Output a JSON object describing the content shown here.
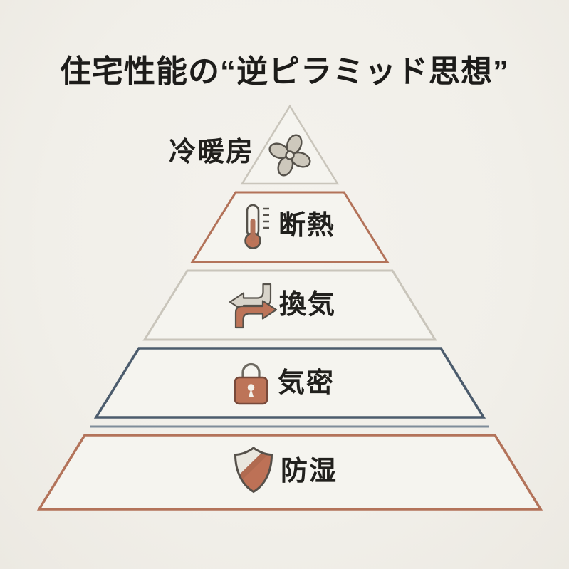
{
  "title": "住宅性能の“逆ピラミッド思想”",
  "pyramid": {
    "tiers": [
      {
        "label": "冷暖房",
        "icon": "fan-icon",
        "outline_color": "#c9c5bb"
      },
      {
        "label": "断熱",
        "icon": "thermometer-icon",
        "outline_color": "#b3735a"
      },
      {
        "label": "換気",
        "icon": "ventilation-arrows-icon",
        "outline_color": "#c9c5bb"
      },
      {
        "label": "気密",
        "icon": "lock-icon",
        "outline_color": "#4c5c6d"
      },
      {
        "label": "防湿",
        "icon": "shield-icon",
        "outline_color": "#b3735a"
      }
    ]
  },
  "colors": {
    "background": "#f1efe9",
    "tier_fill": "#f5f4ef",
    "neutral_outline": "#c9c5bb",
    "terracotta": "#b3735a",
    "terracotta_fill": "#bd7458",
    "navy": "#4c5c6d",
    "divider": "#7f8d9a",
    "text": "#1d1c1a",
    "icon_stroke": "#56524b",
    "icon_gray_fill": "#cdc8bc"
  }
}
